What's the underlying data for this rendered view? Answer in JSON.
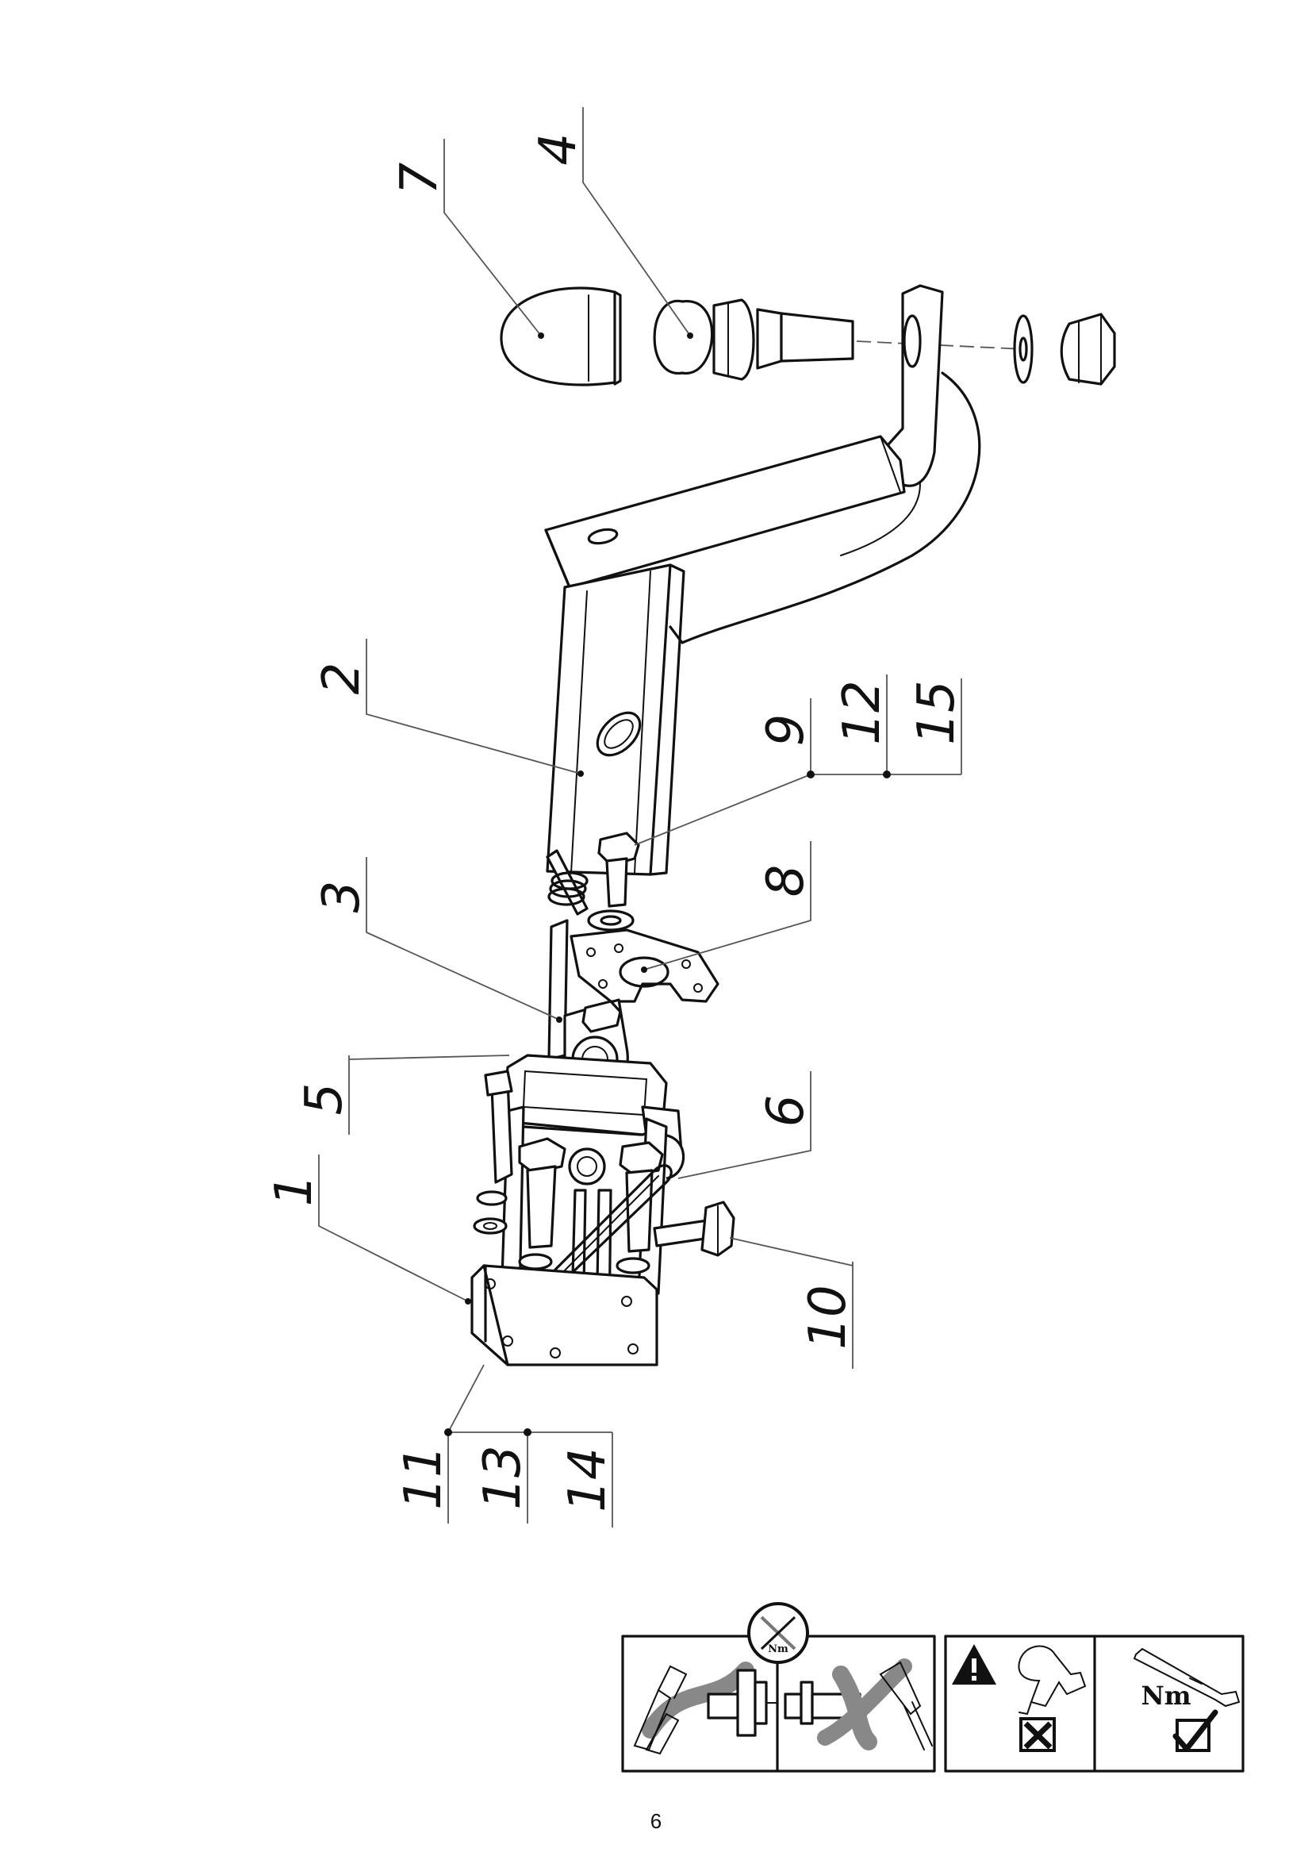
{
  "parts": {
    "p1": "1",
    "p2": "2",
    "p3": "3",
    "p4": "4",
    "p5": "5",
    "p6": "6",
    "p7": "7",
    "p8": "8",
    "p9": "9",
    "p10": "10",
    "p11": "11",
    "p12": "12",
    "p13": "13",
    "p14": "14",
    "p15": "15"
  },
  "icons": {
    "torque_label": "Nm",
    "torque_label_small": "Nm"
  },
  "page_number": "6"
}
